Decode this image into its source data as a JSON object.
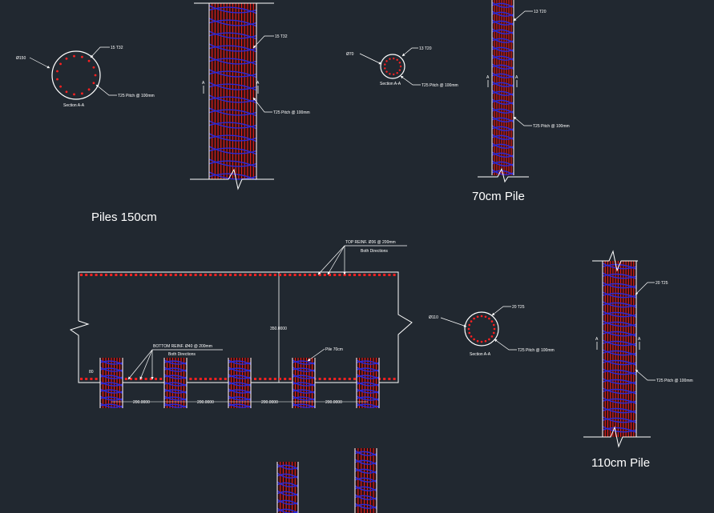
{
  "colors": {
    "background": "#212830",
    "outline": "#ffffff",
    "rebar_longitudinal": "#e8231c",
    "rebar_spiral": "#2a2ad8",
    "dots": "#ff2020"
  },
  "pile150": {
    "section_dia": "Ø150",
    "section_bars": "15 T32",
    "section_spiral": "T25 Pitch @ 100mm",
    "section_title": "Section A-A",
    "elev_bars": "15 T32",
    "elev_spiral": "T25 Pitch @ 100mm",
    "cut_left": "A",
    "cut_right": "A",
    "title": "Piles 150cm"
  },
  "pile70": {
    "section_dia": "Ø70",
    "section_bars": "13 T20",
    "section_spiral": "T25 Pitch @ 100mm",
    "section_title": "Section A-A",
    "elev_bars": "13 T20",
    "elev_spiral": "T25 Pitch @ 100mm",
    "cut_left": "A",
    "cut_right": "A",
    "title": "70cm Pile"
  },
  "pile110": {
    "section_dia": "Ø110",
    "section_bars": "20 T25",
    "section_spiral": "T25 Pitch @ 100mm",
    "section_title": "Section A-A",
    "elev_bars": "20 T25",
    "elev_spiral": "T25 Pitch @ 100mm",
    "cut_left": "A",
    "cut_right": "A",
    "title": "110cm Pile"
  },
  "pilecap": {
    "top_reinf": "TOP REINF.  Ø36 @ 200mm",
    "top_dirs": "Both Directions",
    "bottom_reinf": "BOTTOM REINF.  Ø40 @ 200mm",
    "bottom_dirs": "Both Directions",
    "depth": "350.0000",
    "pile_label": "Pile 70cm",
    "cover": "80",
    "spacings": [
      "200.0000",
      "200.0000",
      "200.0000",
      "200.0000"
    ]
  }
}
